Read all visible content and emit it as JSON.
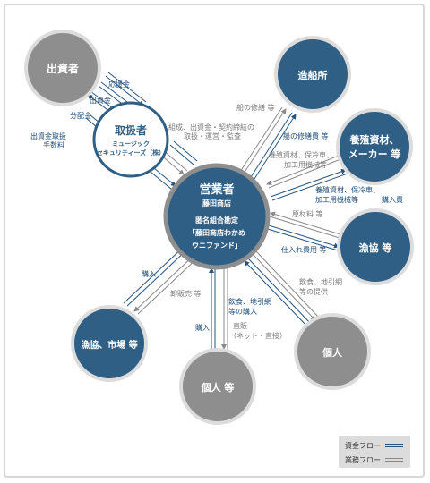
{
  "colors": {
    "navy": "#305f86",
    "gray": "#8e8e8e",
    "money_line": "#27547f",
    "biz_line": "#8a8a8a"
  },
  "nodes": {
    "center": {
      "title": "営業者",
      "sub": "藤田商店",
      "line3": "匿名組合勘定",
      "line4": "「藤田商店わかめ",
      "line5": "ウニファンド」"
    },
    "investor": "出資者",
    "handler": {
      "title": "取扱者",
      "sub1": "ミュージック",
      "sub2": "セキュリティーズ（株）"
    },
    "shipyard": "造船所",
    "supplier": {
      "line1": "養殖資材、",
      "line2": "メーカー 等"
    },
    "fishery": "漁協 等",
    "person": "個人",
    "person_etc": "個人 等",
    "market": "漁協、市場 等"
  },
  "labels": {
    "support_money": "応援金",
    "investment": "出資金",
    "dividend": "分配金",
    "handling_fee_1": "出資金取扱",
    "handling_fee_2": "手数料",
    "handler_service_1": "組成、出資金・契約締結の",
    "handler_service_2": "取扱・運営・監査",
    "ship_repair": "船の修繕 等",
    "ship_repair_fee": "船の修繕費 等",
    "supplies_1": "養殖資材、保冷車、",
    "supplies_2": "加工用機械等",
    "supplies_pay_1": "養殖資材、保冷車、",
    "supplies_pay_2": "加工用機械等",
    "supplies_pay_3": "購入費",
    "raw_material": "原材料 等",
    "purchase_cost": "仕入れ費用 等",
    "meal_provide_1": "飲食、地引網",
    "meal_provide_2": "等の提供",
    "meal_buy_1": "飲食、地引網",
    "meal_buy_2": "等の購入",
    "direct_1": "直販",
    "direct_2": "（ネット・直接）",
    "purchase_left": "購入",
    "purchase_bottom": "購入",
    "partial_sale": "卸販売 等"
  },
  "legend": {
    "money": "資金フロー",
    "business": "業務フロー"
  }
}
